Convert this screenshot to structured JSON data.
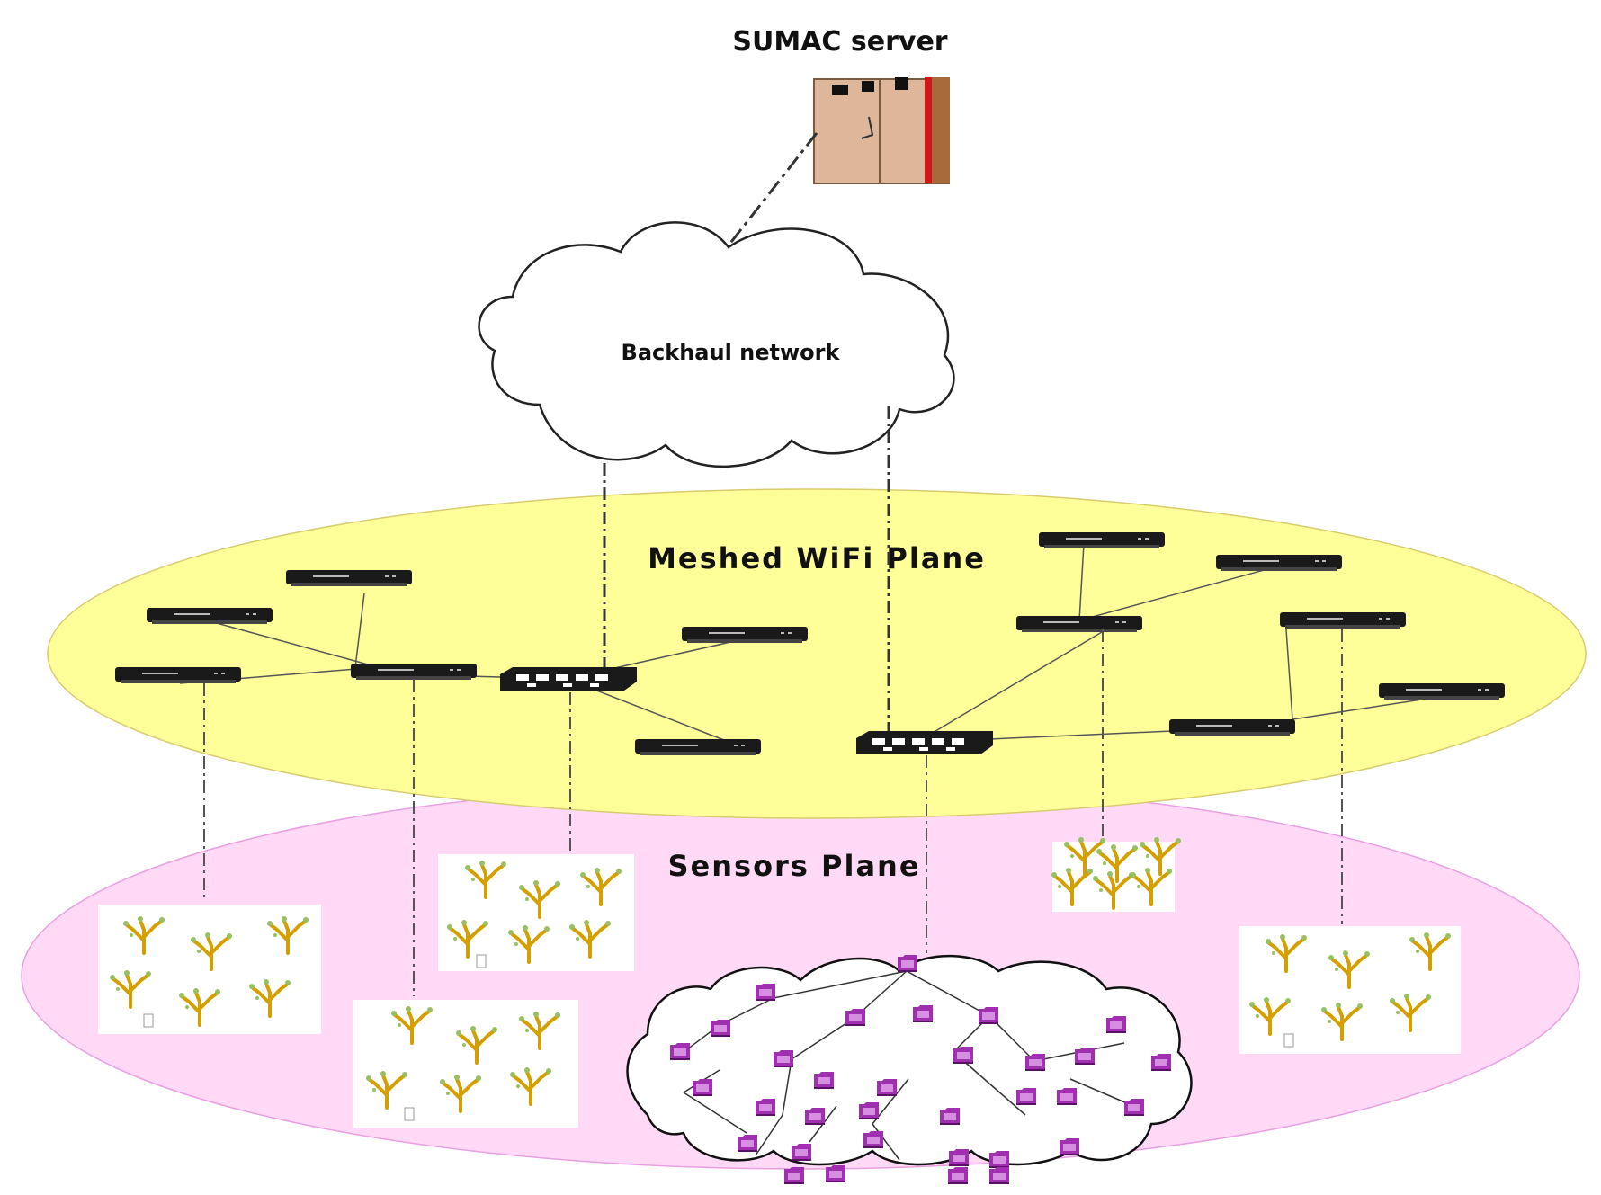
{
  "labels": {
    "server": "SUMAC server",
    "backhaul": "Backhaul network",
    "wifi_plane": "Meshed WiFi Plane",
    "sensors_plane": "Sensors Plane"
  },
  "colors": {
    "wifi_plane_fill": "#ffff99",
    "sensors_plane_fill": "#ffd9f5",
    "sensor_node": "#a030b0",
    "server_body": "#deb79a",
    "server_accent": "#d01818",
    "tree_trunk": "#d4a000",
    "tree_leaf": "#99c060"
  },
  "icons": {
    "server": "server-icon",
    "cloud": "cloud-icon",
    "access_point": "access-point-icon",
    "gateway": "gateway-switch-icon",
    "sensor_field": "tree-sensor-field-icon",
    "sensor_node": "sensor-node-icon"
  }
}
